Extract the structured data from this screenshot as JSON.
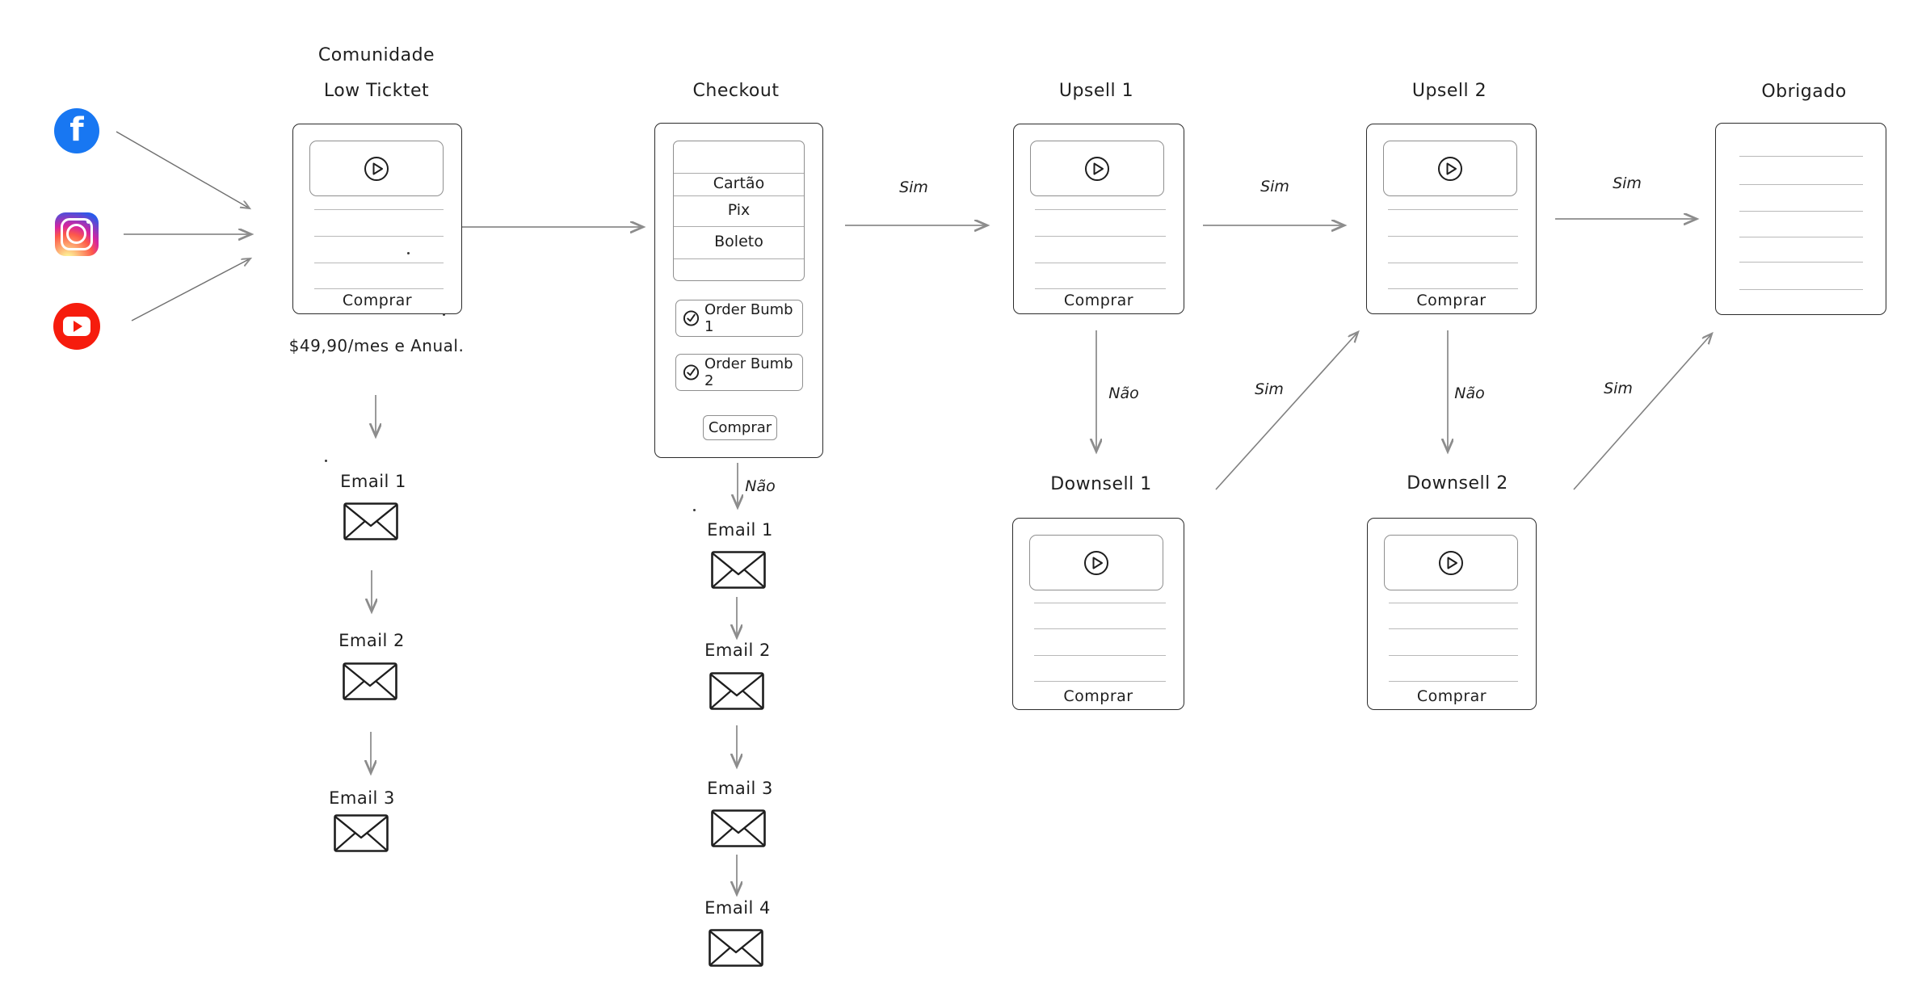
{
  "diagram": {
    "traffic_sources": [
      {
        "name": "Facebook",
        "icon": "facebook-icon",
        "color": "#1877F2",
        "glyph": "f"
      },
      {
        "name": "Instagram",
        "icon": "instagram-icon",
        "gradient": [
          "#fdf497",
          "#fd5949",
          "#d6249f",
          "#285AEB"
        ]
      },
      {
        "name": "YouTube",
        "icon": "youtube-icon",
        "color": "#F61C0D"
      }
    ],
    "nodes": {
      "low_ticket": {
        "label_line1": "Comunidade",
        "label_line2": "Low Ticktet",
        "buy": "Comprar",
        "price_note": "$49,90/mes e Anual."
      },
      "checkout": {
        "title": "Checkout",
        "payment_options": [
          "Cartão",
          "Pix",
          "Boleto"
        ],
        "order_bumps": [
          "Order Bumb 1",
          "Order Bumb 2"
        ],
        "buy": "Comprar"
      },
      "upsell1": {
        "title": "Upsell 1",
        "buy": "Comprar"
      },
      "upsell2": {
        "title": "Upsell 2",
        "buy": "Comprar"
      },
      "downsell1": {
        "title": "Downsell 1",
        "buy": "Comprar"
      },
      "downsell2": {
        "title": "Downsell 2",
        "buy": "Comprar"
      },
      "thank_you": {
        "title": "Obrigado"
      }
    },
    "email_sequences": {
      "low_ticket": [
        "Email 1",
        "Email 2",
        "Email 3"
      ],
      "checkout": [
        "Email 1",
        "Email 2",
        "Email 3",
        "Email 4"
      ]
    },
    "edge_labels": {
      "yes": "Sim",
      "no": "Não"
    },
    "icons": [
      "facebook-icon",
      "instagram-icon",
      "youtube-icon",
      "play-icon",
      "check-icon",
      "envelope-icon"
    ],
    "colors": {
      "ink": "#1e1e1e",
      "card_border": "#2b2b2b",
      "inner_border": "#8f8f8f",
      "placeholder_line": "#b9b9b9",
      "arrow": "#9a9a9a"
    }
  }
}
